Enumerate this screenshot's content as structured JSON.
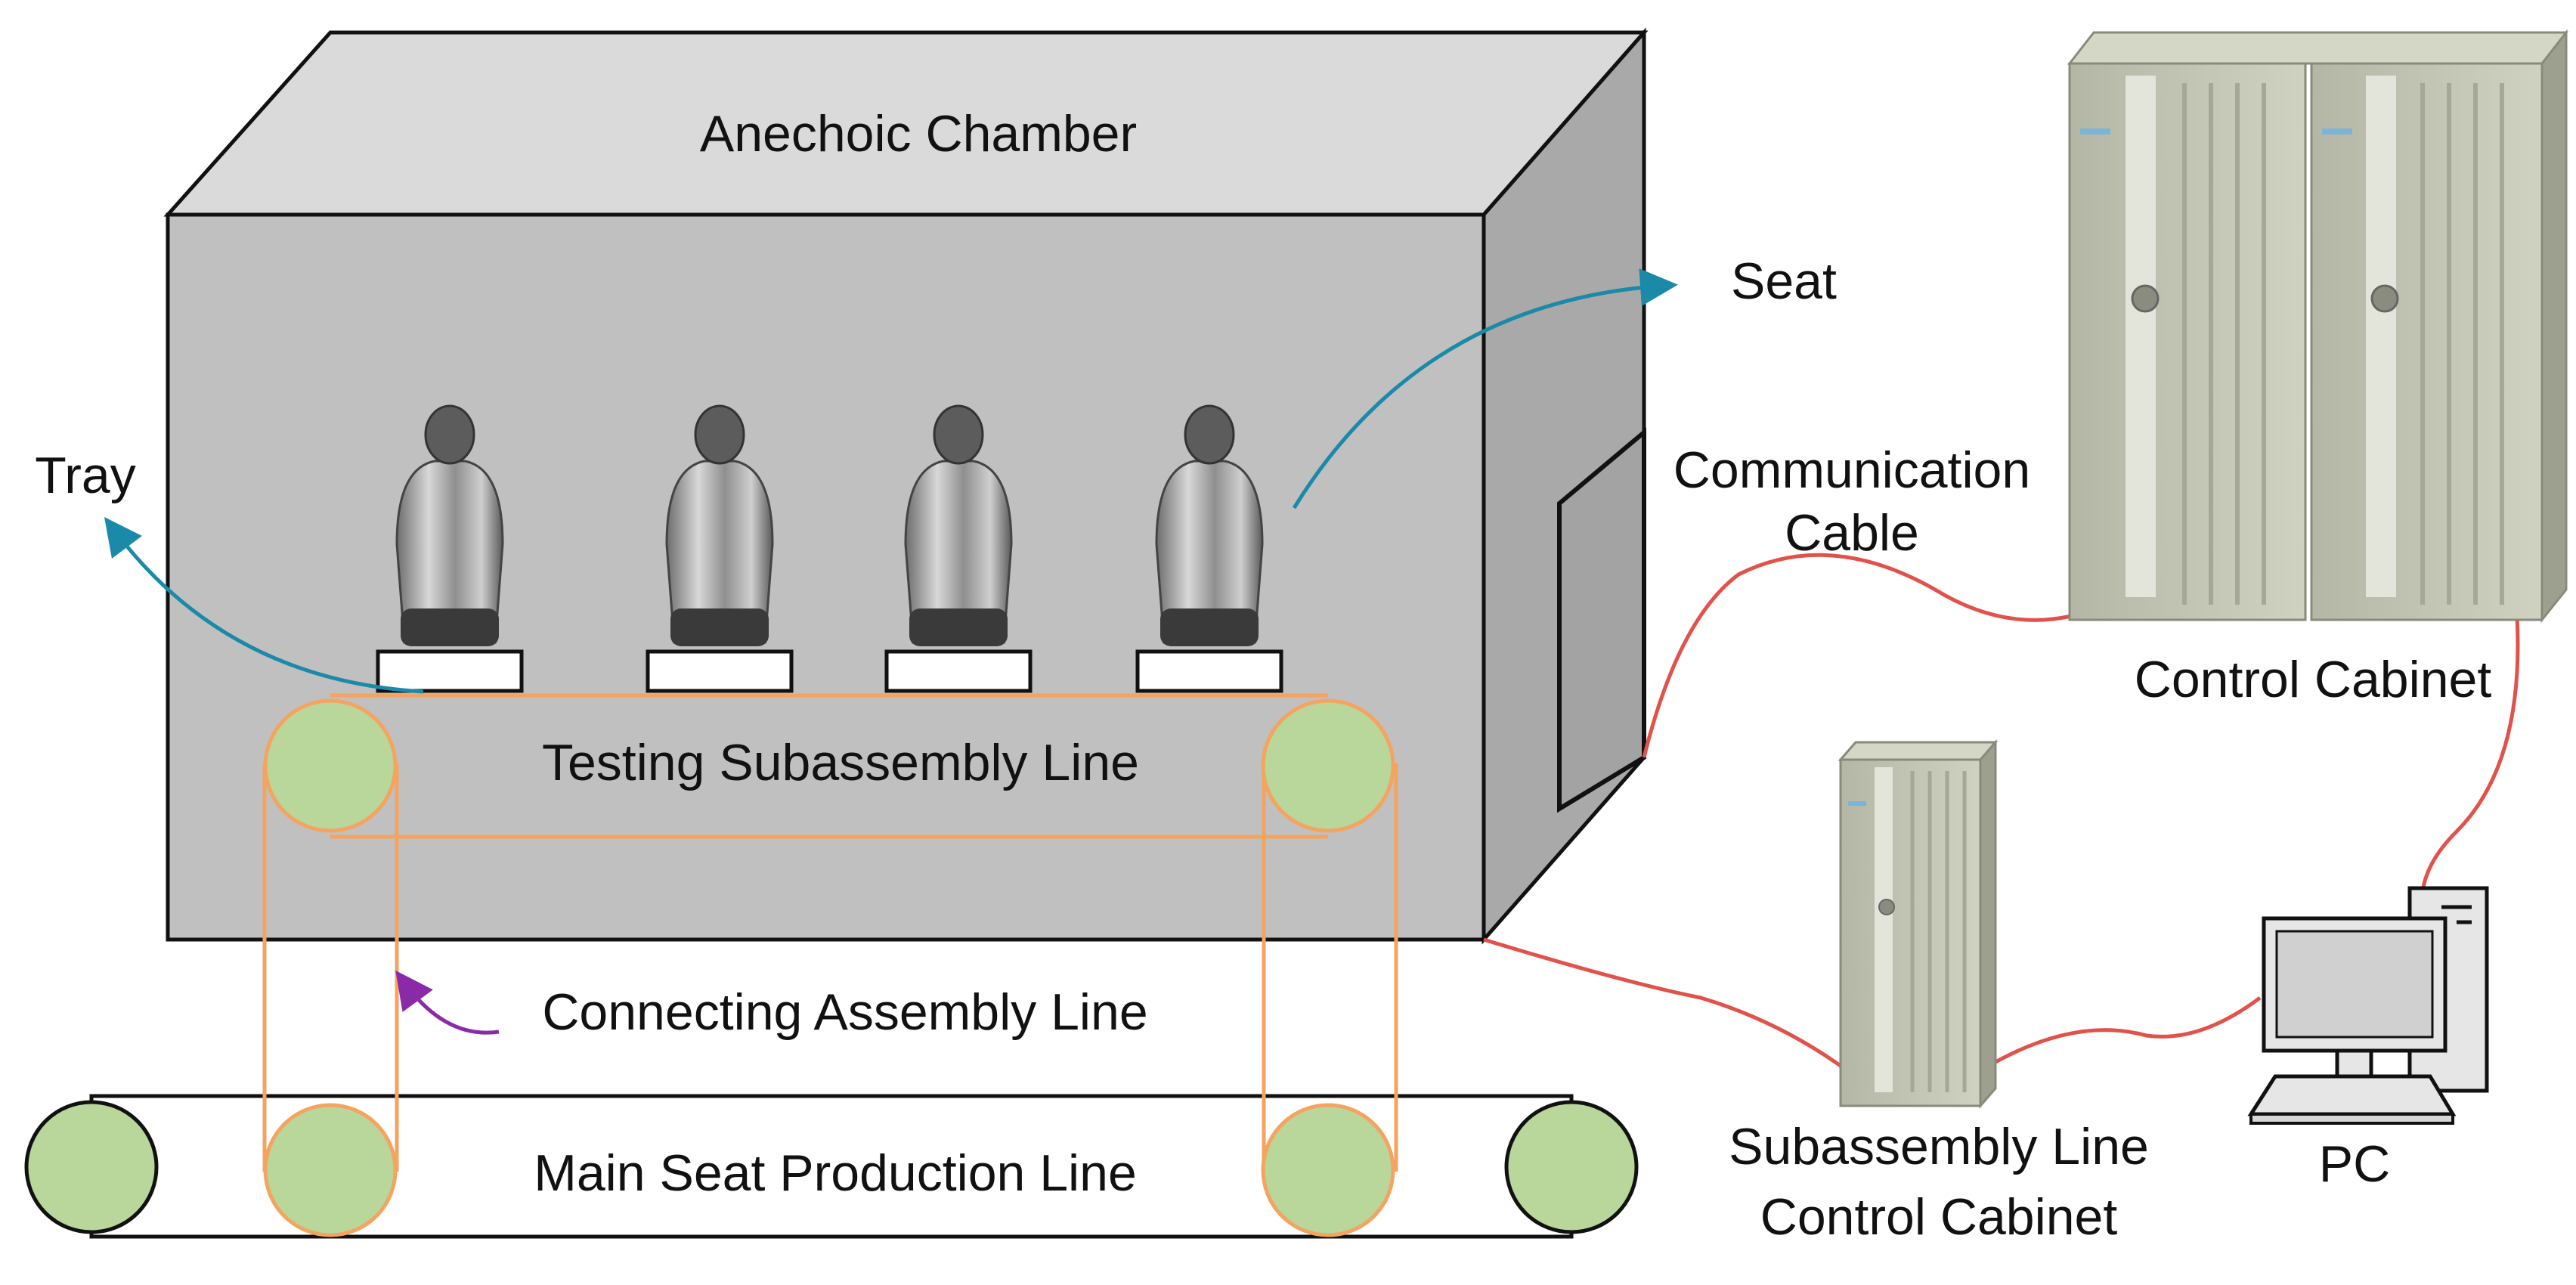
{
  "labels": {
    "chamber": "Anechoic Chamber",
    "seat": "Seat",
    "tray": "Tray",
    "comm_line1": "Communication",
    "comm_line2": "Cable",
    "control_cabinet": "Control Cabinet",
    "testing_line": "Testing Subassembly Line",
    "connecting_line": "Connecting Assembly Line",
    "main_line": "Main Seat Production Line",
    "sub_cabinet_line1": "Subassembly Line",
    "sub_cabinet_line2": "Control Cabinet",
    "pc": "PC"
  },
  "colors": {
    "chamber_front": "#c0c0c0",
    "chamber_top": "#dadada",
    "chamber_side": "#a9a9a9",
    "roller_fill": "#b9d69b",
    "belt_orange": "#f4a460",
    "cable_red": "#e0524a",
    "arrow_teal": "#1a8aa8",
    "arrow_purple": "#8a2aa8",
    "cabinet": "#c2c4b4"
  }
}
